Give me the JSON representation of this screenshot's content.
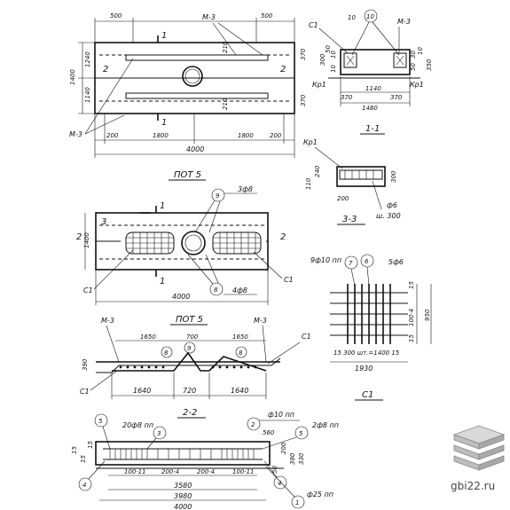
{
  "plan_top": {
    "dims_top": [
      "500",
      "500"
    ],
    "mark": "М-3",
    "section_mark": "1",
    "side_mark": "2",
    "left_dims": [
      "1400",
      "1240",
      "1140"
    ],
    "right_dims": [
      "370",
      "370"
    ],
    "inner_dims": [
      "210",
      "210"
    ],
    "leader_mark": "М-3",
    "bottom_dims": [
      "200",
      "1800",
      "1800",
      "200"
    ],
    "total": "4000"
  },
  "section_11": {
    "labels": [
      "С1",
      "10",
      "10",
      "М-3"
    ],
    "dims_left": [
      "10",
      "10"
    ],
    "right_dims": [
      "30",
      "50",
      "10",
      "350"
    ],
    "mid_dims": [
      "300",
      "50"
    ],
    "bot_dims": [
      "370",
      "1140",
      "370"
    ],
    "total": "1480",
    "title": "1-1",
    "lower_label": "Кр1"
  },
  "pot_title_1": "ПОТ 5",
  "section_33": {
    "label": "Кр1",
    "dims": [
      "110",
      "240",
      "300",
      "200"
    ],
    "title": "3-3",
    "note1": "ф6",
    "note2": "ш. 300"
  },
  "plan_reinf": {
    "mark_top": "3",
    "mark_9": "9",
    "rebar_3": "3ф8",
    "height": "1400",
    "side": "2",
    "c1": "С1",
    "mark_8": "8",
    "rebar_4": "4ф8",
    "total": "4000",
    "section": "1"
  },
  "pot_title_2": "ПОТ 5",
  "c1_detail": {
    "rebar_a": "9ф10 пп",
    "mark_7": "7",
    "mark_6": "6",
    "rebar_b": "5ф6",
    "spacing": "100·4",
    "side_dims": [
      "15",
      "15"
    ],
    "height": "950",
    "bottom": "15 300 шт.=1400 15",
    "width": "1930",
    "title": "С1"
  },
  "elevation": {
    "m3_left": "М-3",
    "m3_right": "М-3",
    "top_dims": [
      "1650",
      "700",
      "1650"
    ],
    "mark_9": "9",
    "mark_8a": "8",
    "mark_8b": "8",
    "c1_left": "С1",
    "c1_right": "С1",
    "bot_dims": [
      "1640",
      "720",
      "1640"
    ],
    "left_dim": "390"
  },
  "section_22": {
    "title": "2-2",
    "mark_5a": "5",
    "rebar_top": "20ф8 пп",
    "mark_3": "3",
    "mark_2": "2",
    "rebar_10": "ф10 пп",
    "mark_5b": "5",
    "rebar_2f8": "2ф8 пп",
    "mid_dims": [
      "100·11",
      "200·4",
      "200·4",
      "100·11"
    ],
    "dims_right": [
      "560",
      "380",
      "330",
      "200",
      "50"
    ],
    "total_inner": "3580",
    "total": "3980",
    "total_full": "4000",
    "mark_4a": "4",
    "mark_4b": "4",
    "mark_1": "1",
    "rebar_1": "ф25 пп",
    "left_dims": [
      "15",
      "15",
      "15"
    ]
  },
  "watermark": {
    "text": "gbi22.ru"
  }
}
